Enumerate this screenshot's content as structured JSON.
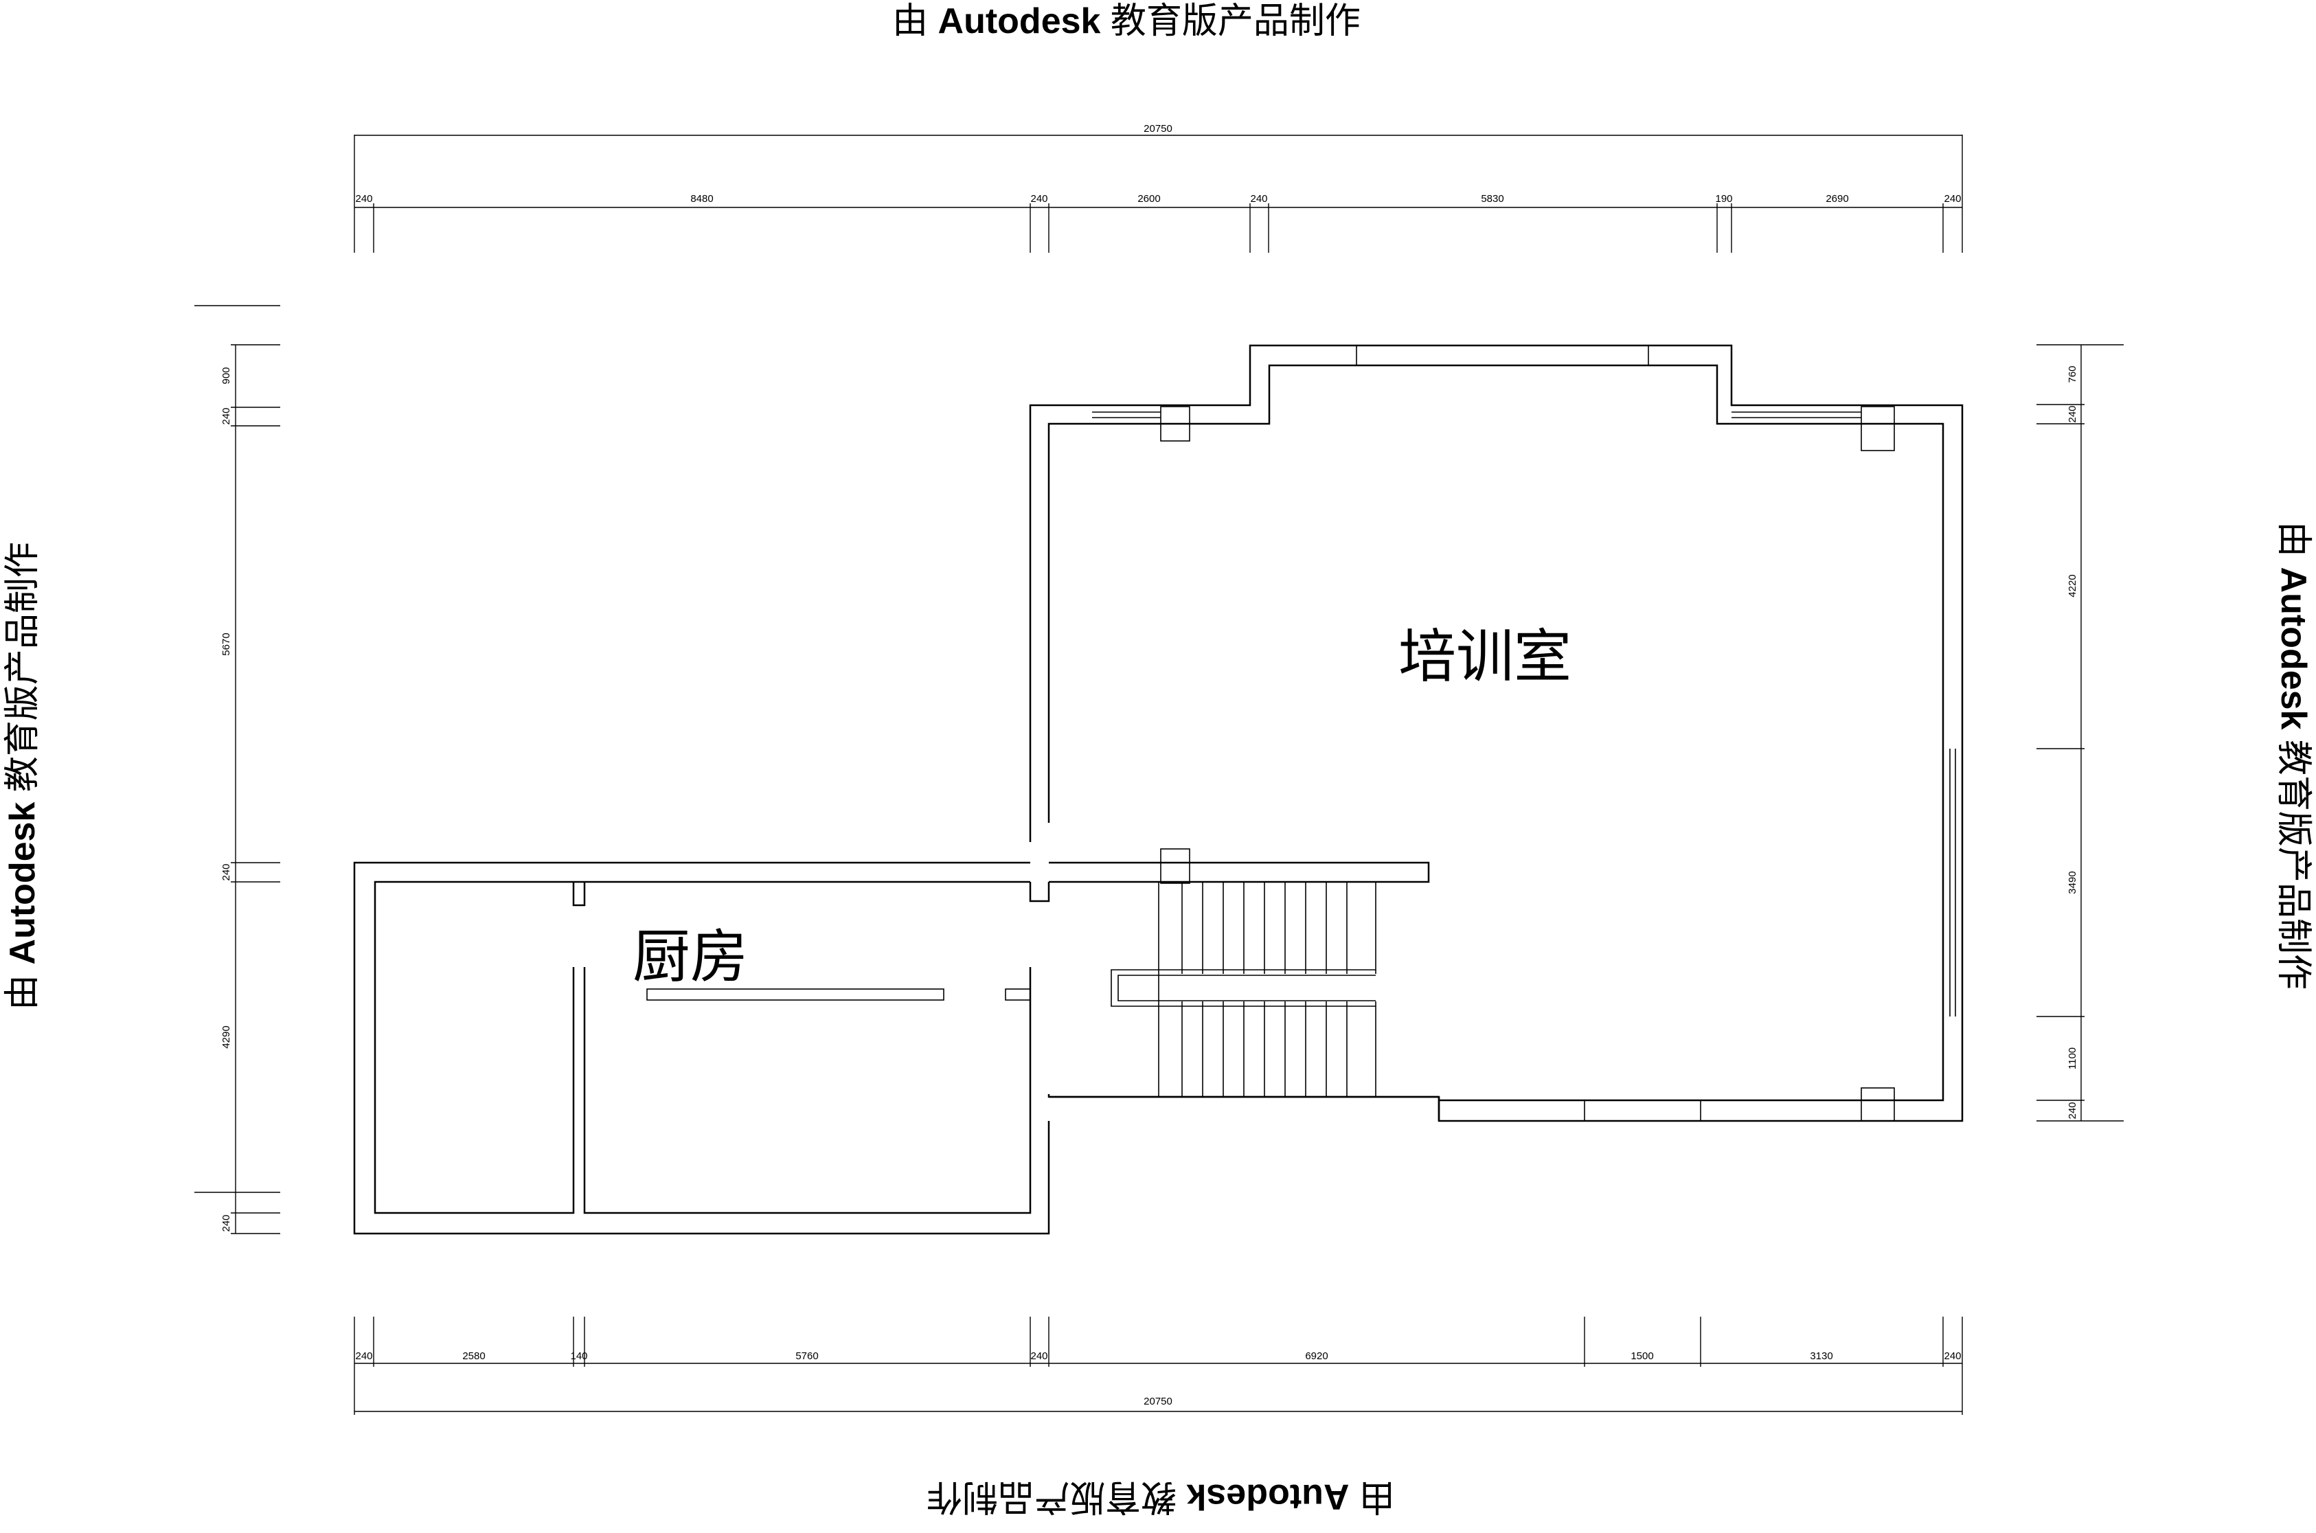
{
  "watermark": {
    "prefix": "由",
    "brand": "Autodesk",
    "suffix": "教育版产品制作"
  },
  "rooms": {
    "training": "培训室",
    "kitchen": "厨房"
  },
  "dimensions": {
    "top_total": "20750",
    "top_segments": [
      "240",
      "8480",
      "240",
      "2600",
      "240",
      "5830",
      "190",
      "2690",
      "240"
    ],
    "bottom_total": "20750",
    "bottom_segments": [
      "240",
      "2580",
      "140",
      "5760",
      "240",
      "6920",
      "1500",
      "3130",
      "240"
    ],
    "left_segments": [
      "900",
      "240",
      "5670",
      "240",
      "4290",
      "240"
    ],
    "right_segments": [
      "760",
      "240",
      "4220",
      "3490",
      "1100",
      "240"
    ]
  }
}
